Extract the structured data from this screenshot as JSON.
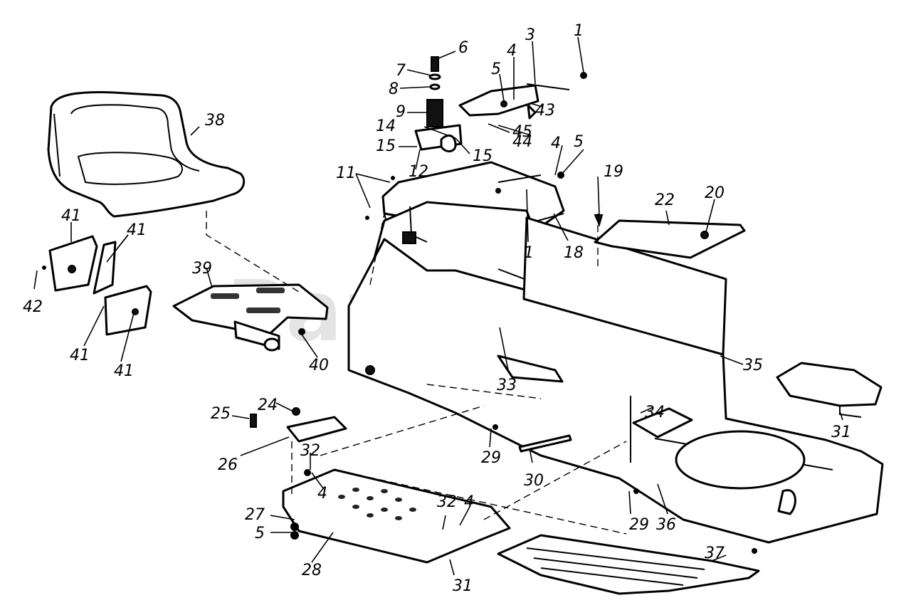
{
  "watermark": {
    "text": "PartsTree",
    "mark": "TM"
  },
  "callouts": {
    "c1a": "1",
    "c1b": "1",
    "c3": "3",
    "c4a": "4",
    "c4b": "4",
    "c4c": "4",
    "c4d": "4",
    "c5a": "5",
    "c5b": "5",
    "c5c": "5",
    "c6": "6",
    "c7": "7",
    "c8": "8",
    "c9": "9",
    "c11": "11",
    "c12": "12",
    "c14": "14",
    "c15a": "15",
    "c15b": "15",
    "c18": "18",
    "c19": "19",
    "c20": "20",
    "c22": "22",
    "c24": "24",
    "c25": "25",
    "c26": "26",
    "c27": "27",
    "c28": "28",
    "c29a": "29",
    "c29b": "29",
    "c30": "30",
    "c31a": "31",
    "c31b": "31",
    "c32a": "32",
    "c32b": "32",
    "c33": "33",
    "c34": "34",
    "c35": "35",
    "c36": "36",
    "c37": "37",
    "c38": "38",
    "c39": "39",
    "c40": "40",
    "c41a": "41",
    "c41b": "41",
    "c41c": "41",
    "c41d": "41",
    "c42": "42",
    "c43": "43",
    "c44": "44",
    "c45": "45"
  }
}
